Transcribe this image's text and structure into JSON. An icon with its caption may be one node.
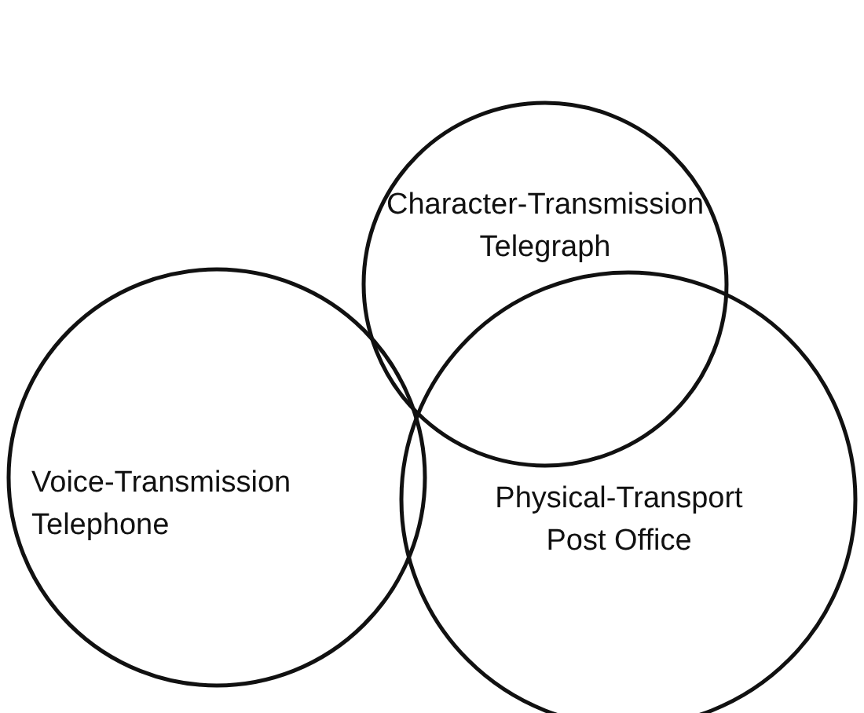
{
  "diagram": {
    "nodes": [
      {
        "text": [
          "Character-Transmission",
          "Telegraph"
        ]
      },
      {
        "text": [
          "Voice-Transmission",
          "Telephone"
        ]
      },
      {
        "text": [
          "Physical-Transport",
          "Post Office"
        ]
      }
    ],
    "edges": []
  }
}
